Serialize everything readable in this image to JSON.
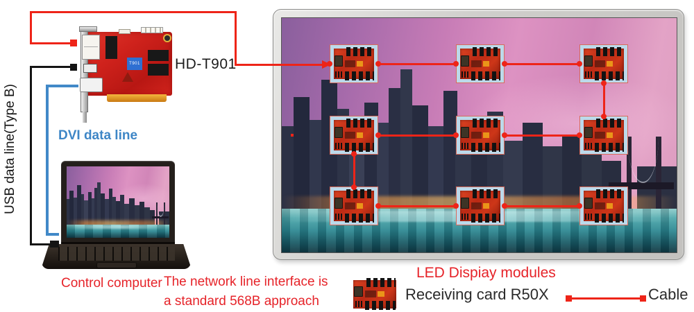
{
  "diagram": {
    "sender_card": {
      "model_label": "HD-T901",
      "chip_label": "T901"
    },
    "labels": {
      "usb_line": "USB data line(Type B)",
      "dvi_line": "DVI data line",
      "control_computer": "Control computer",
      "network_note_line1": "The network line interface is",
      "network_note_line2": "a standard 568B approach"
    },
    "legend": {
      "modules_title": "LED Dispiay modules",
      "receiving_card_label": "Receiving card R50X",
      "cable_label": "Cable"
    },
    "display": {
      "module_rows": 3,
      "module_cols": 3,
      "module_count": 9
    },
    "colors": {
      "cable_red": "#ee2418",
      "text_red": "#e62329",
      "dvi_blue": "#4189c8",
      "usb_black": "#141414",
      "module_box_blue": "#bcd9ea",
      "pcb_red": "#cf221c"
    }
  }
}
